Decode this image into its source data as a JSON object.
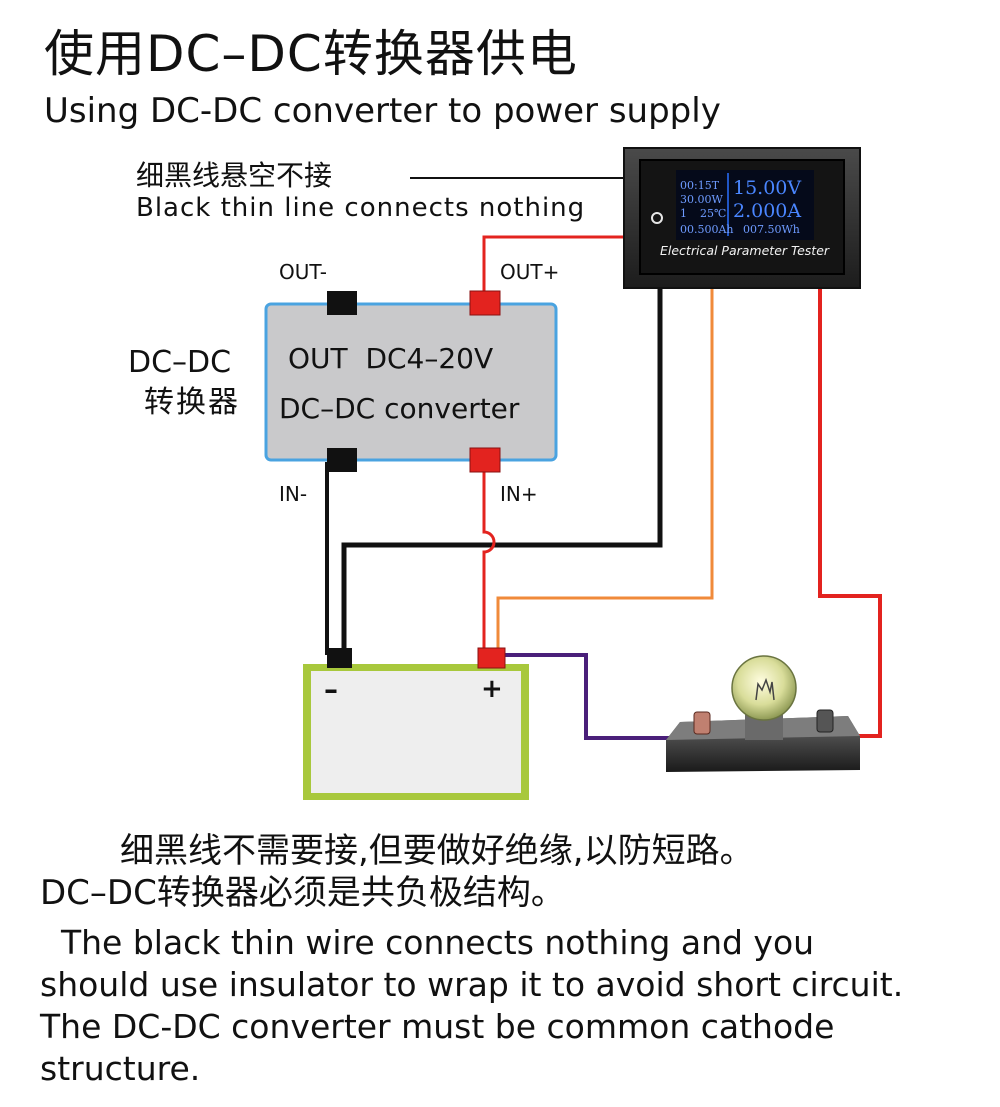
{
  "title": {
    "cn": "使用DC–DC转换器供电",
    "en": "Using DC-DC converter to power supply"
  },
  "callout": {
    "cn": "细黑线悬空不接",
    "en": "Black thin line connects nothing"
  },
  "converter": {
    "side_label_1": "DC–DC",
    "side_label_2": "转换器",
    "text_1": "OUT  DC4–20V",
    "text_2": "DC–DC converter",
    "out_neg": "OUT-",
    "out_pos": "OUT+",
    "in_neg": "IN-",
    "in_pos": "IN+"
  },
  "meter": {
    "line1_left": "00:15T",
    "line2_left": "30.00W",
    "line3_left_a": "1",
    "line3_left_b": "25℃",
    "voltage": "15.00V",
    "current": "2.000A",
    "capacity": "00.500Ah",
    "energy": "007.50Wh",
    "label": "Electrical Parameter Tester"
  },
  "battery": {
    "neg": "–",
    "pos": "+"
  },
  "notes": {
    "cn_1": "细黑线不需要接,但要做好绝缘,以防短路。",
    "cn_2": "DC–DC转换器必须是共负极结构。",
    "en": "  The black thin wire connects nothing and you\nshould use insulator to wrap it to avoid short circuit.\nThe DC-DC converter must be common cathode\nstructure."
  },
  "colors": {
    "wire_red": "#e3231f",
    "wire_black": "#111111",
    "wire_orange": "#f08a3a",
    "wire_purple": "#4a1f7a",
    "converter_fill": "#c9c9cb",
    "converter_border": "#4aa3e0",
    "battery_fill": "#eeeeee",
    "battery_border": "#a8c83c",
    "meter_text": "#2a6fff"
  }
}
